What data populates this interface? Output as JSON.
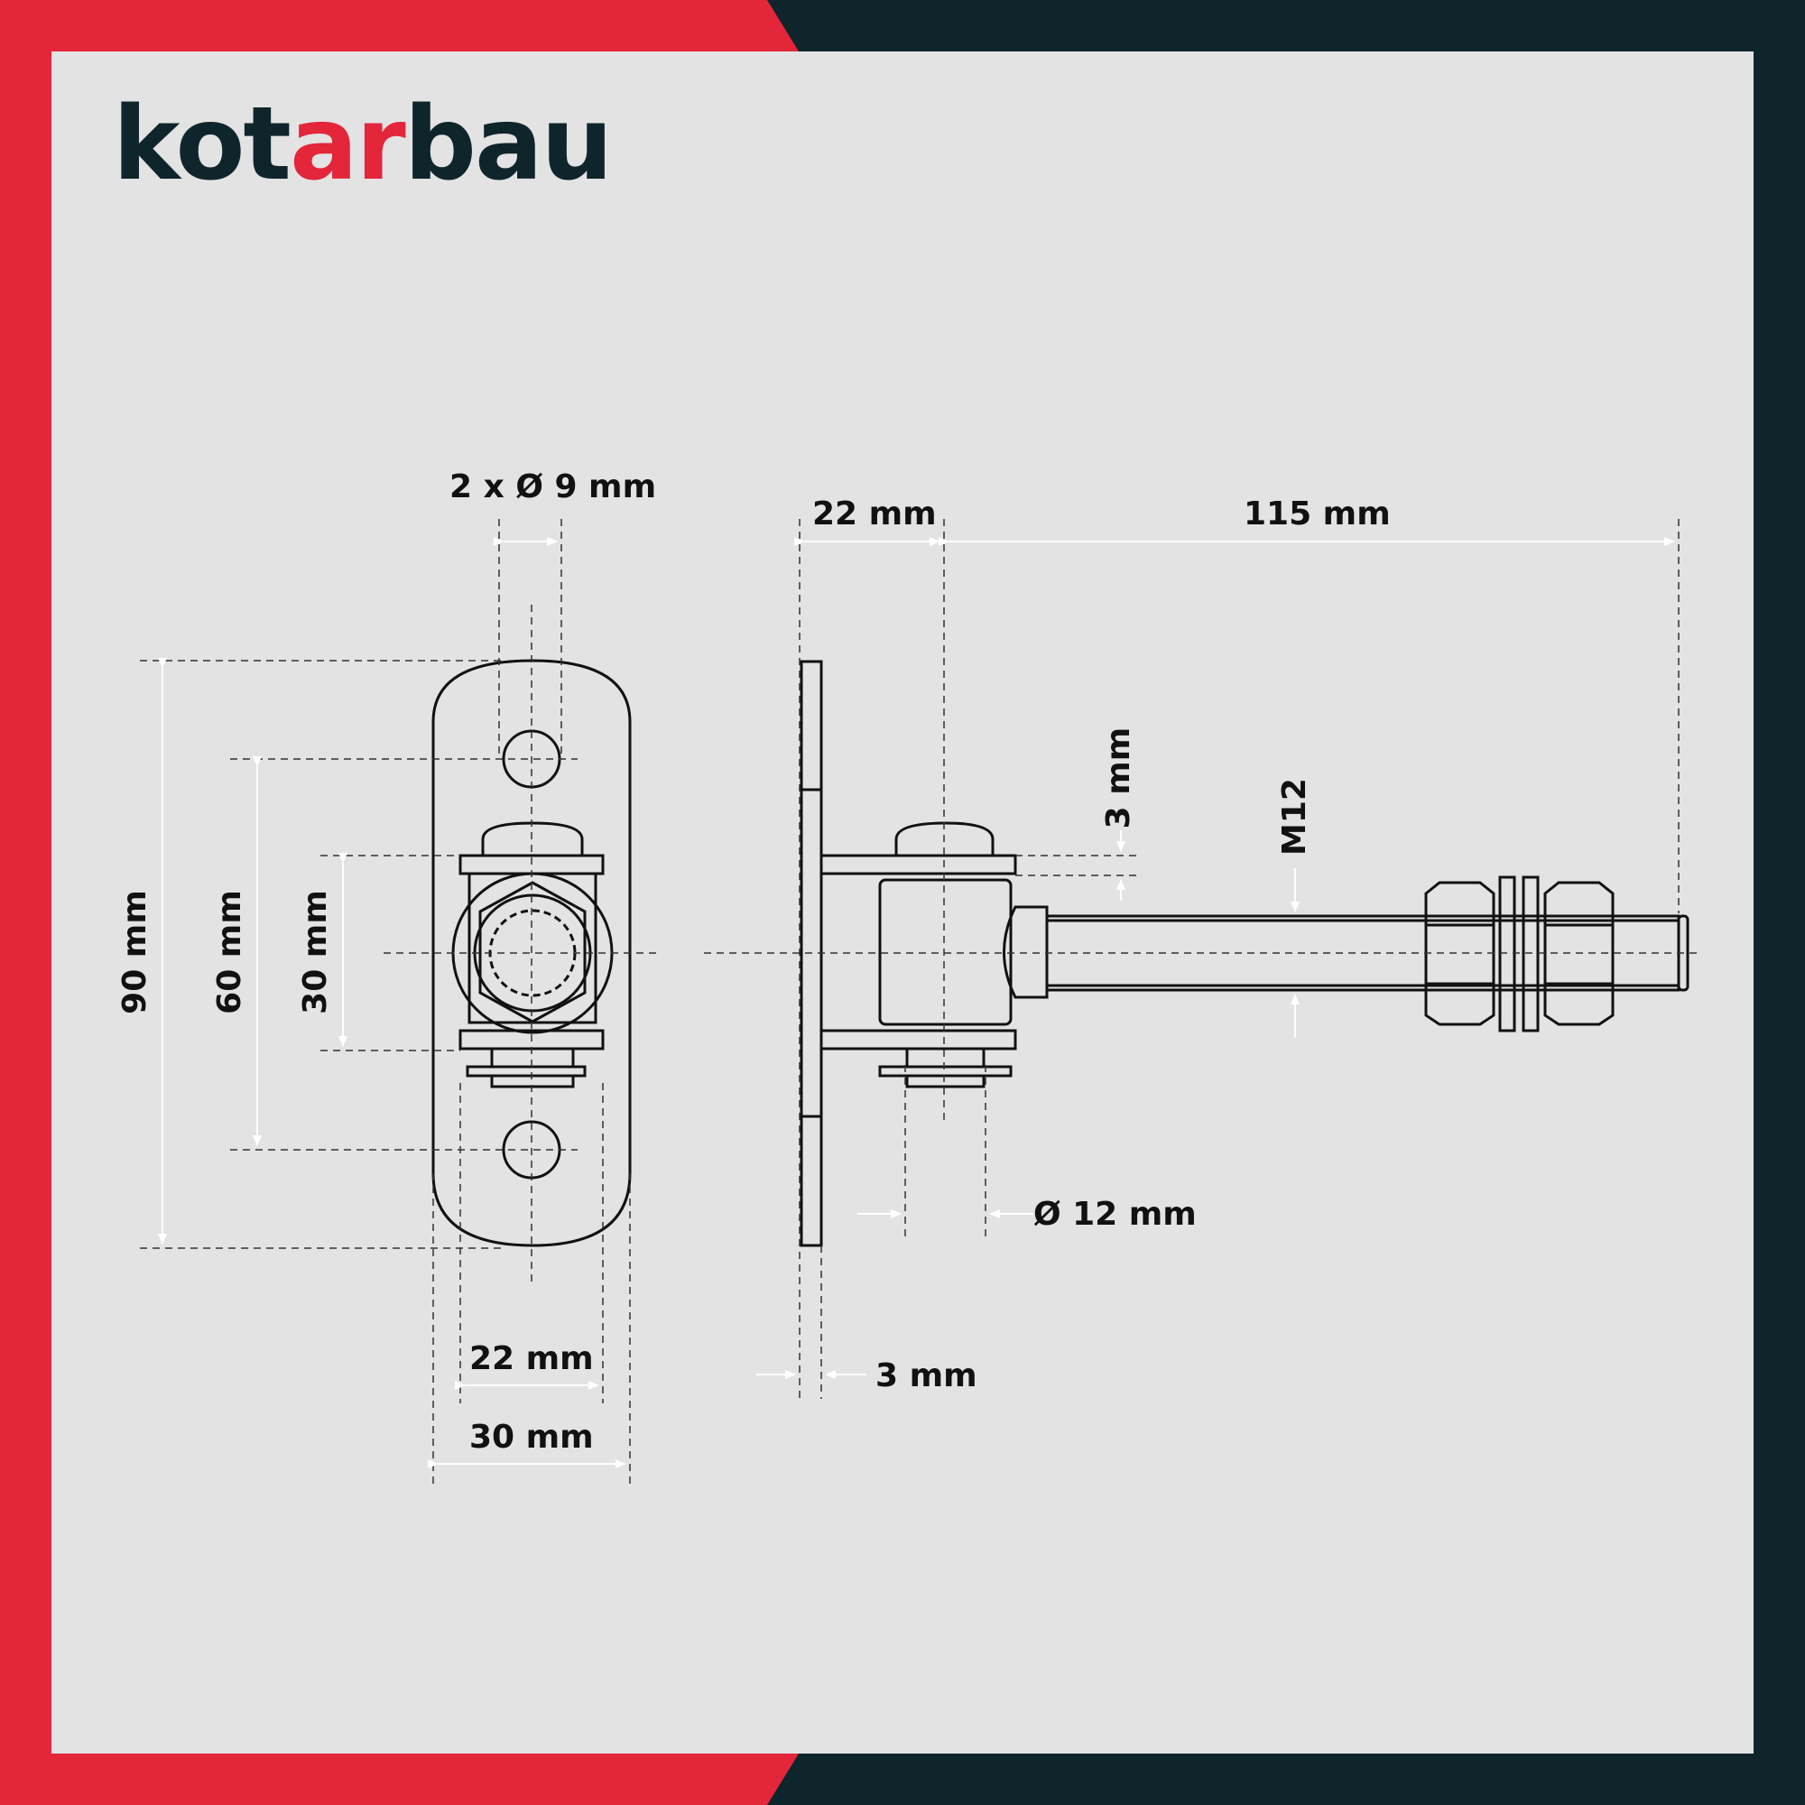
{
  "brand": {
    "logo_part1": "kot",
    "logo_part2": "ar",
    "logo_part3": "bau",
    "color_dark": "#0f252c",
    "color_red": "#e3263a"
  },
  "colors": {
    "panel": "#e3e3e3",
    "frame_red": "#e3263a",
    "frame_dark": "#0f252c",
    "line": "#111111"
  },
  "front_view": {
    "holes_label": "2 x Ø 9 mm",
    "height_total": "90 mm",
    "hole_spacing": "60 mm",
    "bracket_gap": "30 mm",
    "bracket_width": "22 mm",
    "plate_width": "30 mm"
  },
  "side_view": {
    "bracket_depth": "22 mm",
    "pin_length": "115 mm",
    "washer_thickness": "3 mm",
    "thread": "M12",
    "pin_diameter": "Ø 12 mm",
    "plate_thickness": "3 mm"
  }
}
